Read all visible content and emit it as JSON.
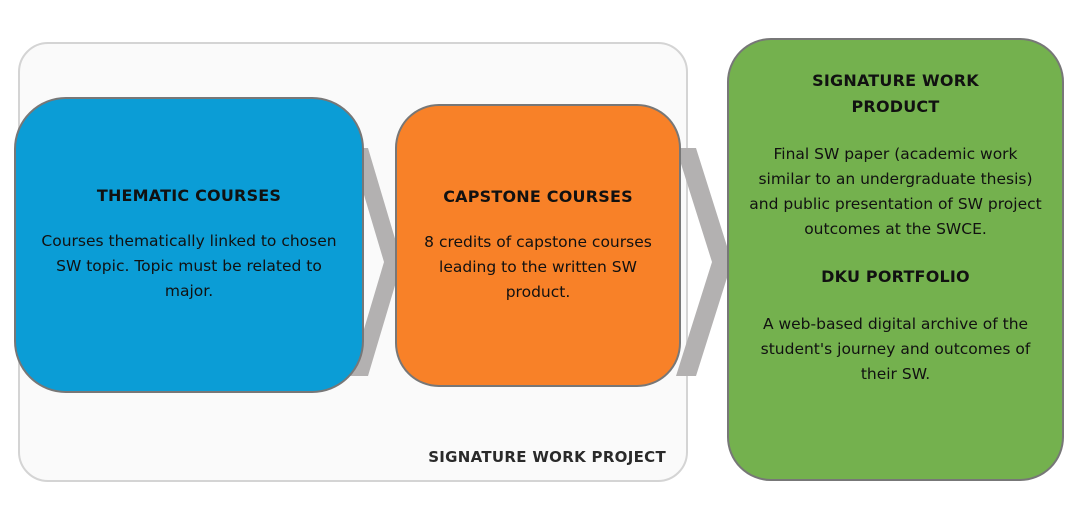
{
  "frame": {
    "label": "SIGNATURE WORK PROJECT"
  },
  "thematic": {
    "title": "THEMATIC COURSES",
    "description": "Courses thematically linked to chosen SW topic. Topic must be related to major."
  },
  "capstone": {
    "title": "CAPSTONE COURSES",
    "description": "8 credits of capstone courses leading to the written SW product."
  },
  "product": {
    "title": "SIGNATURE WORK PRODUCT",
    "description": "Final SW paper (academic work similar to an undergraduate thesis) and public presentation of SW project outcomes at the SWCE.",
    "portfolio_title": "DKU PORTFOLIO",
    "portfolio_description": "A web-based digital archive of the student's journey and outcomes of their SW."
  },
  "colors": {
    "thematic": "#0b9dd6",
    "capstone": "#f88128",
    "product": "#74b14e",
    "connector": "#b3b1b1"
  }
}
